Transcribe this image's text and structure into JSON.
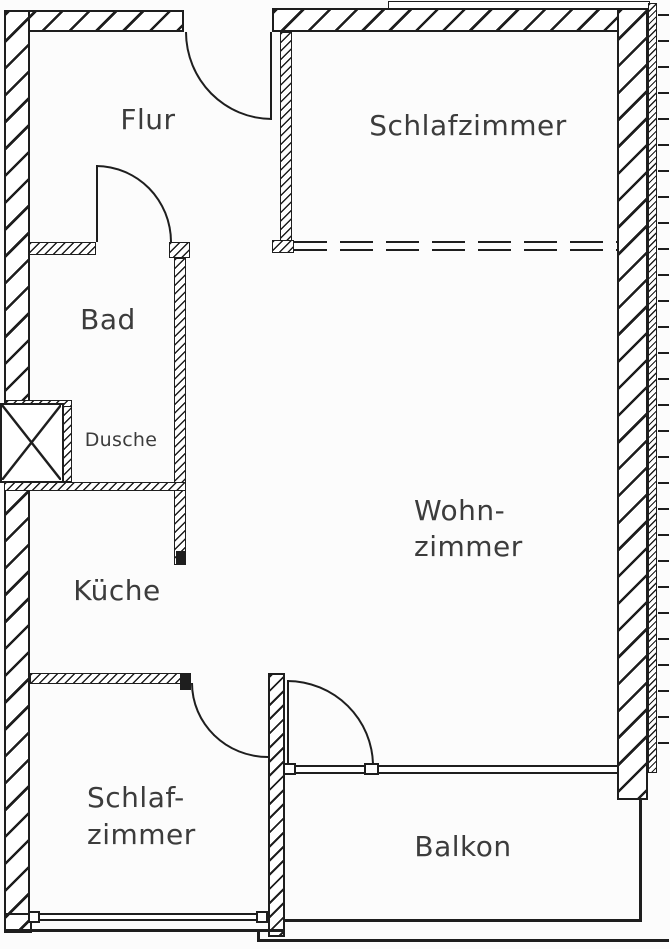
{
  "floorplan": {
    "background": "#fcfcfc",
    "line_color": "#1e1e1e",
    "rooms": {
      "flur": {
        "label": "Flur"
      },
      "schlafzimmer_top": {
        "label": "Schlafzimmer"
      },
      "bad": {
        "label": "Bad"
      },
      "dusche": {
        "label": "Dusche"
      },
      "wohnzimmer": {
        "label": "Wohn-\nzimmer"
      },
      "kueche": {
        "label": "Küche"
      },
      "schlafzimmer_bottom": {
        "label": "Schlaf-\nzimmer"
      },
      "balkon": {
        "label": "Balkon"
      }
    }
  }
}
